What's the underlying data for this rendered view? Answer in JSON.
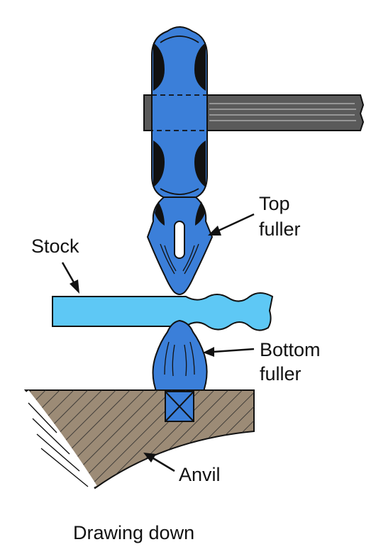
{
  "labels": {
    "top_fuller_line1": "Top",
    "top_fuller_line2": "fuller",
    "stock": "Stock",
    "bottom_fuller_line1": "Bottom",
    "bottom_fuller_line2": "fuller",
    "anvil": "Anvil"
  },
  "caption": "Drawing down",
  "colors": {
    "tool_blue": "#3b7fd9",
    "stock_blue": "#5ec8f5",
    "handle_gray": "#5a5a5a",
    "anvil_brown": "#9c8b76",
    "outline": "#111111"
  }
}
